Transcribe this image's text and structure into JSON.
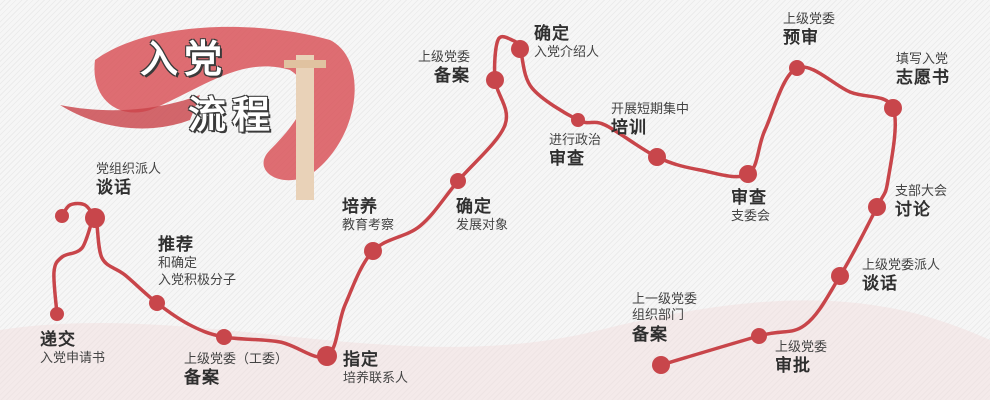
{
  "title": {
    "line1": "入党",
    "line2": "流程"
  },
  "colors": {
    "path": "#c8454a",
    "node": "#c8464b",
    "ribbon": "#d9555b"
  },
  "steps": [
    {
      "top": "",
      "bold": "递交",
      "sub": "入党申请书"
    },
    {
      "top": "党组织派人",
      "bold": "谈话",
      "sub": ""
    },
    {
      "top": "",
      "bold": "推荐",
      "sub": "和确定",
      "sub2": "入党积极分子"
    },
    {
      "top": "上级党委（工委）",
      "bold": "备案",
      "sub": ""
    },
    {
      "top": "",
      "bold": "指定",
      "sub": "培养联系人"
    },
    {
      "top": "",
      "bold": "培养",
      "sub": "教育考察"
    },
    {
      "top": "",
      "bold": "确定",
      "sub": "发展对象"
    },
    {
      "top": "上级党委",
      "bold": "备案",
      "sub": ""
    },
    {
      "top": "",
      "bold": "确定",
      "sub": "入党介绍人"
    },
    {
      "top": "进行政治",
      "bold": "审查",
      "sub": ""
    },
    {
      "top": "开展短期集中",
      "bold": "培训",
      "sub": ""
    },
    {
      "top": "",
      "bold": "审查",
      "sub": "支委会"
    },
    {
      "top": "上级党委",
      "bold": "预审",
      "sub": ""
    },
    {
      "top": "填写入党",
      "bold": "志愿书",
      "sub": ""
    },
    {
      "top": "支部大会",
      "bold": "讨论",
      "sub": ""
    },
    {
      "top": "上级党委派人",
      "bold": "谈话",
      "sub": ""
    },
    {
      "top": "上级党委",
      "bold": "审批",
      "sub": ""
    },
    {
      "top": "上一级党委",
      "top2": "组织部门",
      "bold": "备案",
      "sub": ""
    }
  ]
}
